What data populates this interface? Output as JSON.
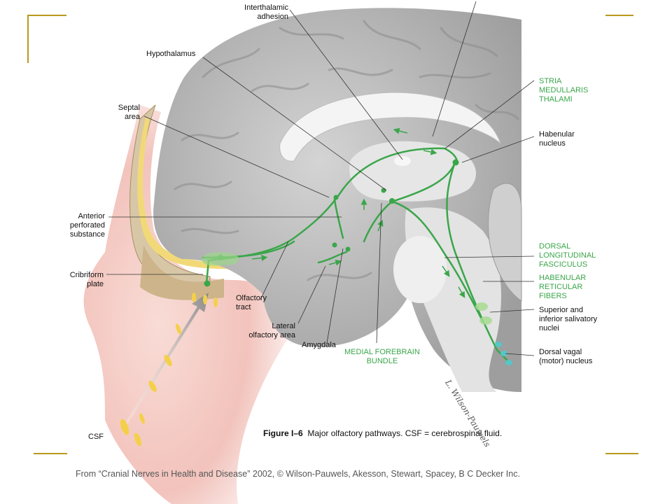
{
  "labels": {
    "interthalamic_adhesion": "Interthalamic\nadhesion",
    "hypothalamus": "Hypothalamus",
    "septal_area": "Septal\narea",
    "anterior_perforated_substance": "Anterior\nperforated\nsubstance",
    "cribriform_plate": "Cribriform\nplate",
    "olfactory_tract": "Olfactory\ntract",
    "lateral_olfactory_area": "Lateral\nolfactory area",
    "amygdala": "Amygdala",
    "medial_forebrain_bundle": "MEDIAL FOREBRAIN\nBUNDLE",
    "stria_medullaris_thalami": "STRIA\nMEDULLARIS\nTHALAMI",
    "habenular_nucleus": "Habenular\nnucleus",
    "dorsal_longitudinal_fasciculus": "DORSAL\nLONGITUDINAL\nFASCICULUS",
    "habenular_reticular_fibers": "HABENULAR\nRETICULAR\nFIBERS",
    "salivatory_nuclei": "Superior and\ninferior salivatory\nnuclei",
    "dorsal_vagal_nucleus": "Dorsal vagal\n(motor) nucleus",
    "csf": "CSF"
  },
  "caption": {
    "figure_number": "Figure I–6",
    "text": "Major olfactory pathways. CSF = cerebrospinal fluid."
  },
  "source_line": "From “Cranial Nerves in Health and Disease” 2002, © Wilson-Pauwels, Akesson, Stewart, Spacey, B C Decker Inc.",
  "signature": "L. Wilson-Pauwels",
  "colors": {
    "accent_gold": "#b89a1e",
    "pathway_green": "#3aa64a",
    "brain_gray": "#b9b9b9",
    "skin_pink": "#f2c9c4"
  }
}
